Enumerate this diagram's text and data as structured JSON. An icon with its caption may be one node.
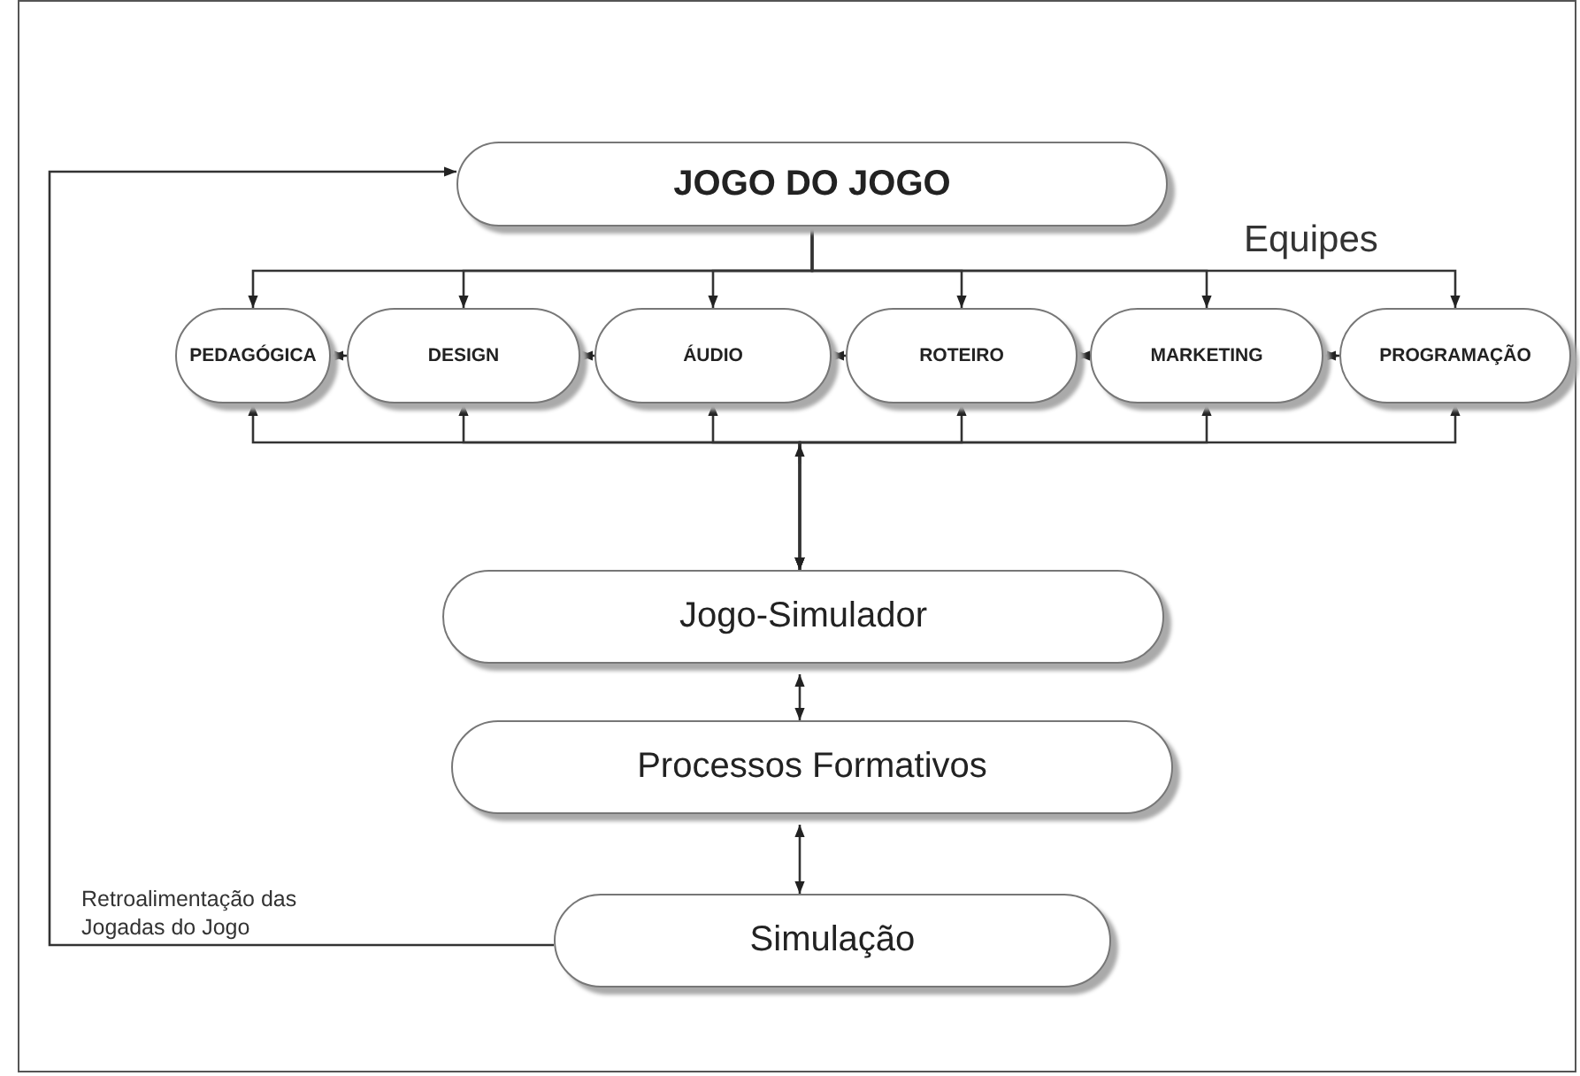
{
  "diagram": {
    "nodes": [
      {
        "text": [
          "JOGO DO JOGO"
        ]
      },
      {
        "text": [
          "PEDAGÓGICA"
        ]
      },
      {
        "text": [
          "DESIGN"
        ]
      },
      {
        "text": [
          "ÁUDIO"
        ]
      },
      {
        "text": [
          "ROTEIRO"
        ]
      },
      {
        "text": [
          "MARKETING"
        ]
      },
      {
        "text": [
          "PROGRAMAÇÃO"
        ]
      },
      {
        "text": [
          "Jogo-Simulador"
        ]
      },
      {
        "text": [
          "Processos Formativos"
        ]
      },
      {
        "text": [
          "Simulação"
        ]
      }
    ],
    "edges": [
      {
        "from": 0,
        "to": 1,
        "arrow": "to"
      },
      {
        "from": 0,
        "to": 2,
        "arrow": "to"
      },
      {
        "from": 0,
        "to": 3,
        "arrow": "to"
      },
      {
        "from": 0,
        "to": 4,
        "arrow": "to"
      },
      {
        "from": 0,
        "to": 5,
        "arrow": "to"
      },
      {
        "from": 0,
        "to": 6,
        "arrow": "to"
      },
      {
        "from": 1,
        "to": 2,
        "arrow": "both"
      },
      {
        "from": 2,
        "to": 3,
        "arrow": "both"
      },
      {
        "from": 3,
        "to": 4,
        "arrow": "both"
      },
      {
        "from": 4,
        "to": 5,
        "arrow": "both"
      },
      {
        "from": 5,
        "to": 6,
        "arrow": "both"
      },
      {
        "from": 1,
        "to": 7,
        "arrow": "both"
      },
      {
        "from": 2,
        "to": 7,
        "arrow": "both"
      },
      {
        "from": 3,
        "to": 7,
        "arrow": "both"
      },
      {
        "from": 4,
        "to": 7,
        "arrow": "both"
      },
      {
        "from": 5,
        "to": 7,
        "arrow": "both"
      },
      {
        "from": 6,
        "to": 7,
        "arrow": "both"
      },
      {
        "from": 7,
        "to": 8,
        "arrow": "both"
      },
      {
        "from": 8,
        "to": 9,
        "arrow": "both"
      },
      {
        "from": 9,
        "to": 0,
        "arrow": "to",
        "label": "Retroalimentação das Jogadas do Jogo"
      }
    ],
    "labels": [
      "Equipes"
    ]
  }
}
